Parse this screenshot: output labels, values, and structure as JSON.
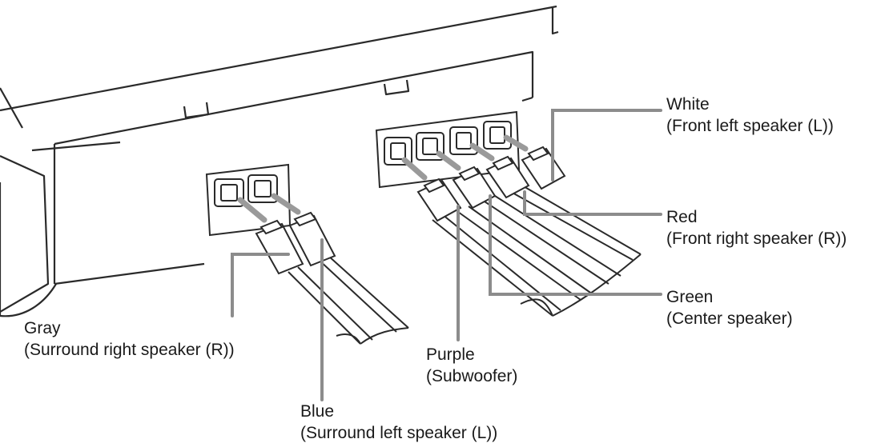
{
  "labels": {
    "white": {
      "color_name": "White",
      "description": "(Front left speaker (L))"
    },
    "red": {
      "color_name": "Red",
      "description": "(Front right speaker (R))"
    },
    "green": {
      "color_name": "Green",
      "description": "(Center speaker)"
    },
    "purple": {
      "color_name": "Purple",
      "description": "(Subwoofer)"
    },
    "gray": {
      "color_name": "Gray",
      "description": "(Surround right speaker (R))"
    },
    "blue": {
      "color_name": "Blue",
      "description": "(Surround left speaker (L))"
    }
  },
  "colors": {
    "line": "#2a2a2a",
    "leader": "#8c8c8c",
    "arrow": "#9a9a9a",
    "background": "#ffffff"
  }
}
